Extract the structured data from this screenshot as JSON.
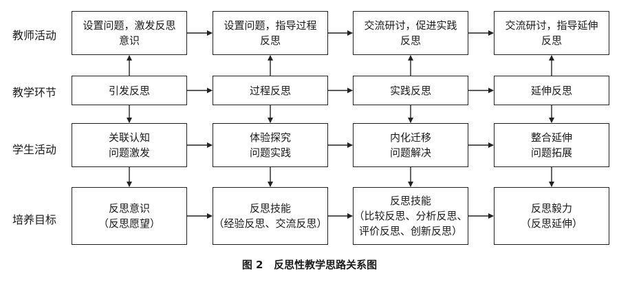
{
  "rows": [
    {
      "label": "教师活动"
    },
    {
      "label": "教学环节"
    },
    {
      "label": "学生活动"
    },
    {
      "label": "培养目标"
    }
  ],
  "teacher_activity": [
    {
      "lines": [
        "设置问题，激发反思",
        "意识"
      ]
    },
    {
      "lines": [
        "设置问题，指导过程",
        "反思"
      ]
    },
    {
      "lines": [
        "交流研讨，促进实践",
        "反思"
      ]
    },
    {
      "lines": [
        "交流研讨，指导延伸",
        "反思"
      ]
    }
  ],
  "teaching_stage": [
    {
      "lines": [
        "引发反思"
      ]
    },
    {
      "lines": [
        "过程反思"
      ]
    },
    {
      "lines": [
        "实践反思"
      ]
    },
    {
      "lines": [
        "延伸反思"
      ]
    }
  ],
  "student_activity": [
    {
      "lines": [
        "关联认知",
        "问题激发"
      ]
    },
    {
      "lines": [
        "体验探究",
        "问题实践"
      ]
    },
    {
      "lines": [
        "内化迁移",
        "问题解决"
      ]
    },
    {
      "lines": [
        "整合延伸",
        "问题拓展"
      ]
    }
  ],
  "training_goal": [
    {
      "lines": [
        "反思意识",
        "（反思愿望）"
      ]
    },
    {
      "lines": [
        "反思技能",
        "（经验反思、交流反思）"
      ]
    },
    {
      "lines": [
        "反思技能",
        "（比较反思、分析反思、",
        "评价反思、创新反思）"
      ]
    },
    {
      "lines": [
        "反思毅力",
        "（反思延伸）"
      ]
    }
  ],
  "caption": "图 2   反思性教学思路关系图"
}
